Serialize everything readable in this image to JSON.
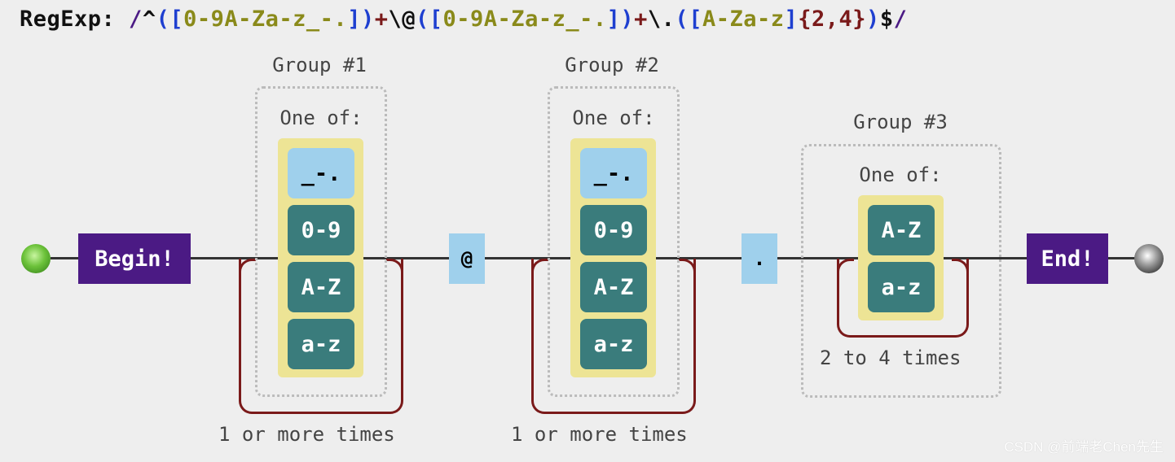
{
  "regex": {
    "label": "RegExp:",
    "tokens": [
      {
        "t": " /",
        "c": "#4b1a84"
      },
      {
        "t": "^",
        "c": "#111111"
      },
      {
        "t": "(",
        "c": "#1e3fd0"
      },
      {
        "t": "[",
        "c": "#1e3fd0"
      },
      {
        "t": "0-9A-Za-z_-.",
        "c": "#8a8a1a"
      },
      {
        "t": "]",
        "c": "#1e3fd0"
      },
      {
        "t": ")",
        "c": "#1e3fd0"
      },
      {
        "t": "+",
        "c": "#7a1a1a"
      },
      {
        "t": "\\@",
        "c": "#111111"
      },
      {
        "t": "(",
        "c": "#1e3fd0"
      },
      {
        "t": "[",
        "c": "#1e3fd0"
      },
      {
        "t": "0-9A-Za-z_-.",
        "c": "#8a8a1a"
      },
      {
        "t": "]",
        "c": "#1e3fd0"
      },
      {
        "t": ")",
        "c": "#1e3fd0"
      },
      {
        "t": "+",
        "c": "#7a1a1a"
      },
      {
        "t": "\\.",
        "c": "#111111"
      },
      {
        "t": "(",
        "c": "#1e3fd0"
      },
      {
        "t": "[",
        "c": "#1e3fd0"
      },
      {
        "t": "A-Za-z",
        "c": "#8a8a1a"
      },
      {
        "t": "]",
        "c": "#1e3fd0"
      },
      {
        "t": "{2,4}",
        "c": "#7a1a1a"
      },
      {
        "t": ")",
        "c": "#1e3fd0"
      },
      {
        "t": "$",
        "c": "#111111"
      },
      {
        "t": "/",
        "c": "#4b1a84"
      }
    ]
  },
  "diagram": {
    "begin_label": "Begin!",
    "end_label": "End!",
    "literal_at": "@",
    "literal_dot": ".",
    "groups": [
      {
        "label": "Group #1",
        "one_of": "One of:",
        "items": [
          "_-.",
          "0-9",
          "A-Z",
          "a-z"
        ],
        "repeat": "1 or more times"
      },
      {
        "label": "Group #2",
        "one_of": "One of:",
        "items": [
          "_-.",
          "0-9",
          "A-Z",
          "a-z"
        ],
        "repeat": "1 or more times"
      },
      {
        "label": "Group #3",
        "one_of": "One of:",
        "items": [
          "A-Z",
          "a-z"
        ],
        "repeat": "2 to 4 times"
      }
    ]
  },
  "colors": {
    "terminal": "#4b1a84",
    "literal": "#9fd0ec",
    "charset_bg": "#ede495",
    "range": "#3a7c7c",
    "repeat": "#7a1a1a"
  },
  "watermark": "CSDN @前端老Chen先生"
}
